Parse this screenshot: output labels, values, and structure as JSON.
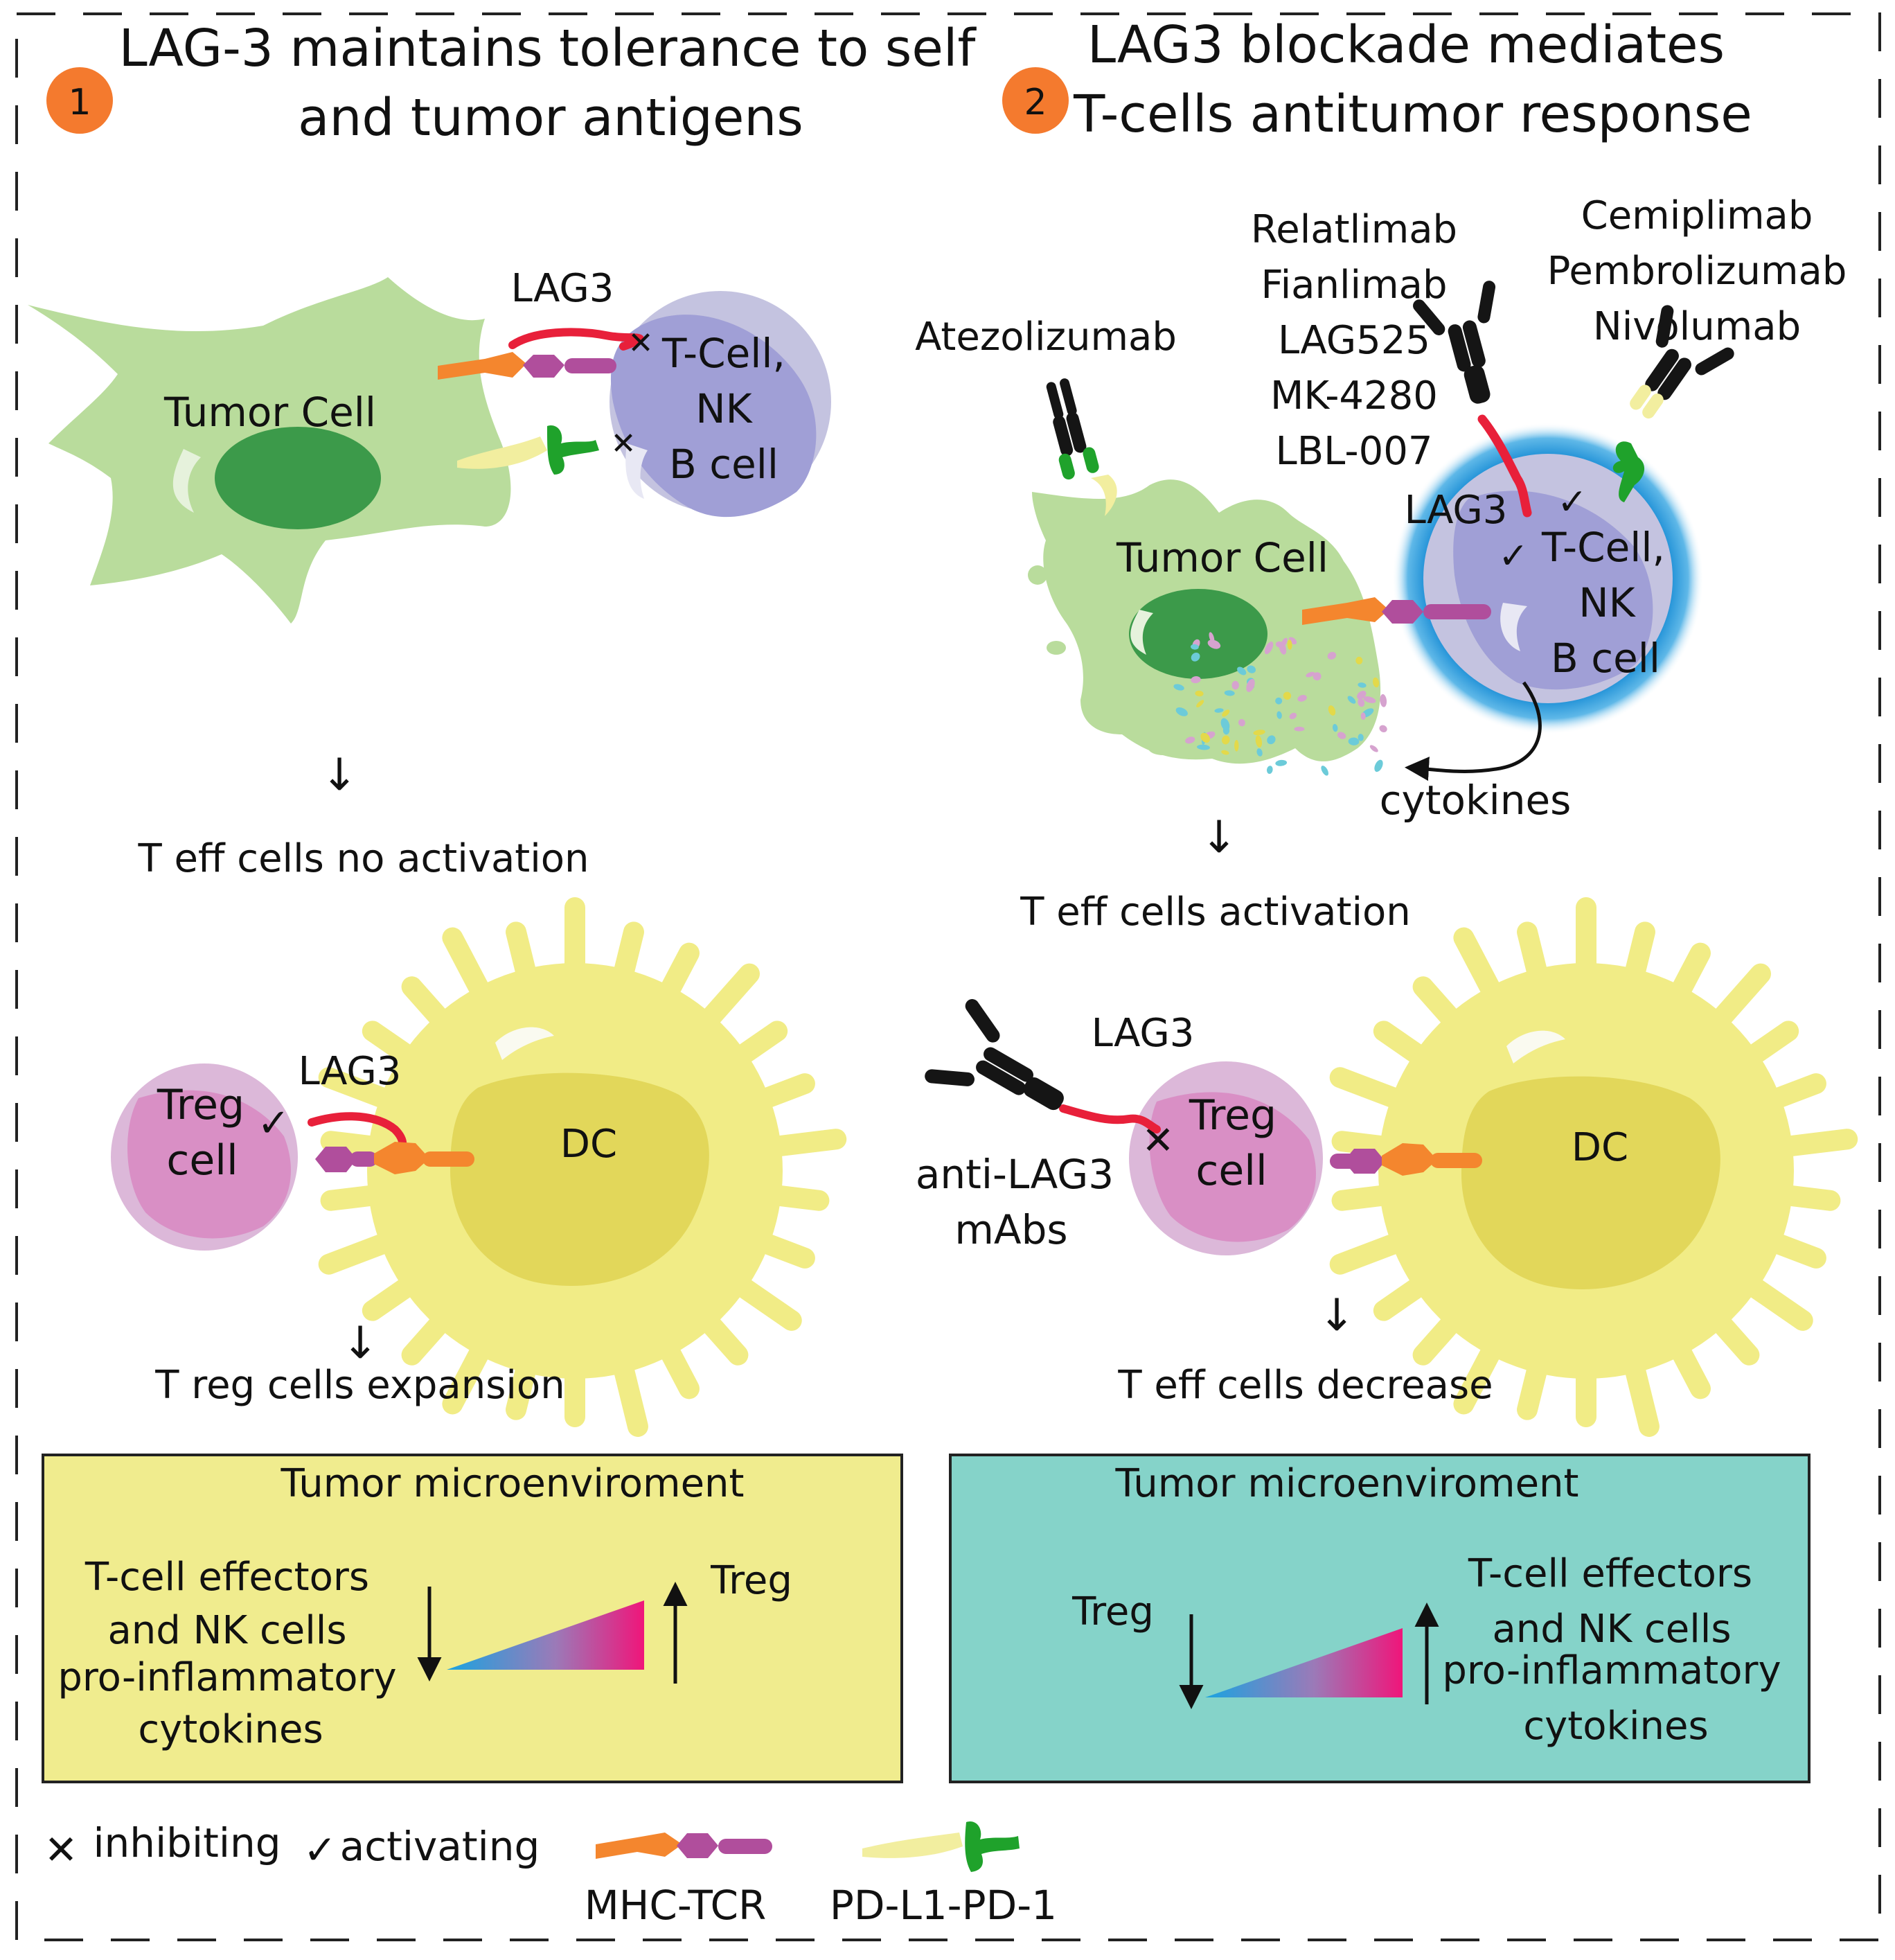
{
  "panel1": {
    "number": "1",
    "title_line1": "LAG-3 maintains tolerance to self",
    "title_line2": "and tumor antigens",
    "lag3_label_top": "LAG3",
    "tumor_cell": "Tumor Cell",
    "immune_cell": [
      "T-Cell,",
      "NK",
      "B cell"
    ],
    "outcome_top": "T eff cells no activation",
    "lag3_label_bottom": "LAG3",
    "treg_cell": [
      "Treg",
      "cell"
    ],
    "dc_label": "DC",
    "outcome_bottom": "T reg cells expansion",
    "box": {
      "title": "Tumor microenviroment",
      "left_text": [
        "T-cell effectors",
        "and NK cells",
        "pro-inflammatory",
        "cytokines"
      ],
      "right_text": "Treg",
      "color": "#f0ec8e"
    }
  },
  "panel2": {
    "number": "2",
    "title_line1": "LAG3 blockade mediates",
    "title_line2": "T-cells antitumor response",
    "pdl1_drug": "Atezolizumab",
    "lag3_drugs": [
      "Relatlimab",
      "Fianlimab",
      "LAG525",
      "MK-4280",
      "LBL-007"
    ],
    "pd1_drugs": [
      "Cemiplimab",
      "Pembrolizumab",
      "Nivolumab"
    ],
    "lag3_label": "LAG3",
    "tumor_cell": "Tumor Cell",
    "immune_cell": [
      "T-Cell,",
      "NK",
      "B cell"
    ],
    "cytokines": "cytokines",
    "outcome_top": "T eff cells activation",
    "lag3_label_bottom": "LAG3",
    "antibody_label": [
      "anti-LAG3",
      "mAbs"
    ],
    "treg_cell": [
      "Treg",
      "cell"
    ],
    "dc_label": "DC",
    "outcome_bottom": "T eff cells decrease",
    "box": {
      "title": "Tumor microenviroment",
      "left_text": "Treg",
      "right_text": [
        "T-cell effectors",
        "and NK cells",
        "pro-inflammatory",
        "cytokines"
      ],
      "color": "#85d3c9"
    }
  },
  "legend": {
    "inhibiting": "inhibiting",
    "activating": "activating",
    "mhc_tcr": "MHC-TCR",
    "pdl1_pd1": "PD-L1-PD-1"
  },
  "colors": {
    "badge": "#f47a2e",
    "tumor": "#b9dc9c",
    "nucleus": "#3c9a4a",
    "immune_cell": "#c4c3e0",
    "immune_nucleus": "#a09fd6",
    "treg_cell": "#dcb8d9",
    "treg_nucleus": "#d98fc5",
    "dc": "#f1ec86",
    "dc_nucleus": "#e2d75a",
    "activated_glow": "#1d8fd6",
    "mhc": "#f4862e",
    "tcr": "#b04e9c",
    "pdl1": "#f2ee9f",
    "pd1": "#1fa22b",
    "lag3": "#e8203a",
    "antibody": "#151515",
    "inhibit": "#e8203a",
    "activate": "#1fa22b"
  }
}
